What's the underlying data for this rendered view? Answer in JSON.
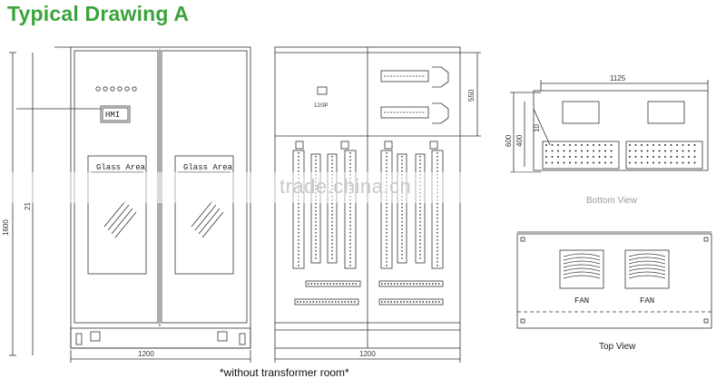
{
  "title": "Typical Drawing A",
  "caption": "*without transformer room*",
  "front_view": {
    "hmi_label": "HMI",
    "glass_left": "Glass Area",
    "glass_right": "Glass Area",
    "width_dim": "1200",
    "height_dim": "1600",
    "height_dim_inner": "21"
  },
  "internal_view": {
    "width_dim": "1200",
    "top_dim": "550",
    "label": "12/3P"
  },
  "bottom_view": {
    "label": "Bottom View",
    "width_dim": "1125",
    "dim_600": "600",
    "dim_400": "400",
    "dim_inner": "10"
  },
  "top_view": {
    "label": "Top View",
    "fan_left": "FAN",
    "fan_right": "FAN"
  },
  "watermark": "trade.china.cn"
}
